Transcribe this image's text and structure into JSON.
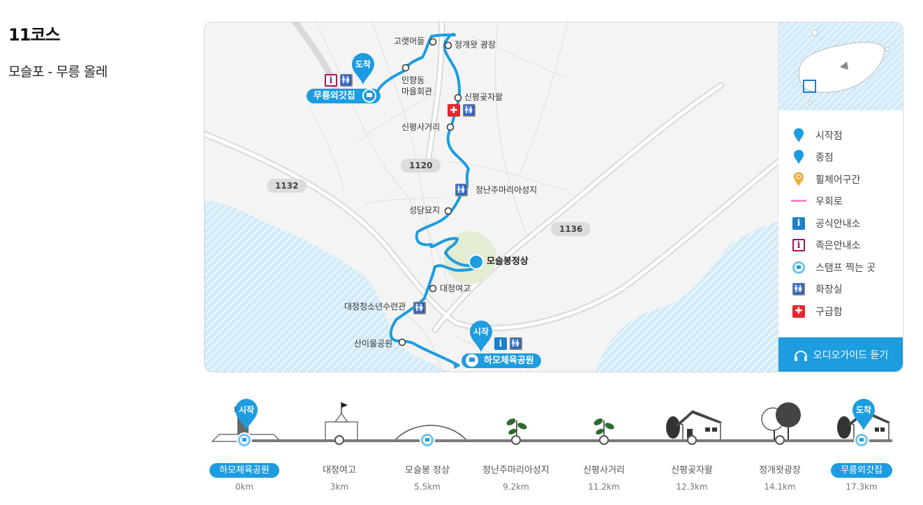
{
  "course": {
    "title": "11코스",
    "subtitle": "모슬포 - 무릉 올레"
  },
  "map": {
    "roads": [
      "1132",
      "1120",
      "1136"
    ],
    "places": {
      "gorae": "고랫머들",
      "jeonggae": "정개왓 광장",
      "inhyang_1": "인향동",
      "inhyang_2": "마을회관",
      "sinpyeong_gotjawal": "신평곶자왈",
      "sinpyeong_georí": "신평사거리",
      "jeongnanju": "정난주마리아성지",
      "seongdang": "성당묘지",
      "moseulbong": "모슬봉정상",
      "daejeong_girls": "대정여고",
      "youth_center": "대정청소년수련관",
      "sanimul": "산이물공원"
    },
    "start_pin": "시작",
    "end_pin": "도착",
    "start_label": "하모체육공원",
    "end_label": "무릉외갓집"
  },
  "legend": {
    "items": [
      {
        "label": "시작점",
        "icon": "start-pin-icon"
      },
      {
        "label": "종점",
        "icon": "end-pin-icon"
      },
      {
        "label": "휠체어구간",
        "icon": "wheelchair-pin-icon"
      },
      {
        "label": "우회로",
        "icon": "detour-line-icon"
      },
      {
        "label": "공식안내소",
        "icon": "info-icon"
      },
      {
        "label": "족은안내소",
        "icon": "small-info-icon"
      },
      {
        "label": "스탬프 찍는 곳",
        "icon": "stamp-icon"
      },
      {
        "label": "화장실",
        "icon": "restroom-icon"
      },
      {
        "label": "구급함",
        "icon": "first-aid-icon"
      }
    ],
    "audio_guide": "오디오가이드 듣기"
  },
  "timeline": {
    "start_pin": "시작",
    "end_pin": "도착",
    "stops": [
      {
        "name": "하모체육공원",
        "distance": "0km",
        "highlight": true
      },
      {
        "name": "대정여고",
        "distance": "3km",
        "highlight": false
      },
      {
        "name": "모슬봉 정상",
        "distance": "5.5km",
        "highlight": false
      },
      {
        "name": "정난주마리아성지",
        "distance": "9.2km",
        "highlight": false
      },
      {
        "name": "신평사거리",
        "distance": "11.2km",
        "highlight": false
      },
      {
        "name": "신평곶자왈",
        "distance": "12.3km",
        "highlight": false
      },
      {
        "name": "정개왓광장",
        "distance": "14.1km",
        "highlight": false
      },
      {
        "name": "무릉외갓집",
        "distance": "17.3km",
        "highlight": true
      }
    ]
  },
  "colors": {
    "route": "#1d9ce0",
    "sea": "#d3ebf8",
    "land": "#f4f4f4",
    "road": "#ffffff",
    "detour": "#e58bd9",
    "wheelchair": "#f2a93b",
    "info": "#1d7fc8",
    "small_info": "#a3155d",
    "first_aid": "#e8262d",
    "restroom": "#808080"
  }
}
